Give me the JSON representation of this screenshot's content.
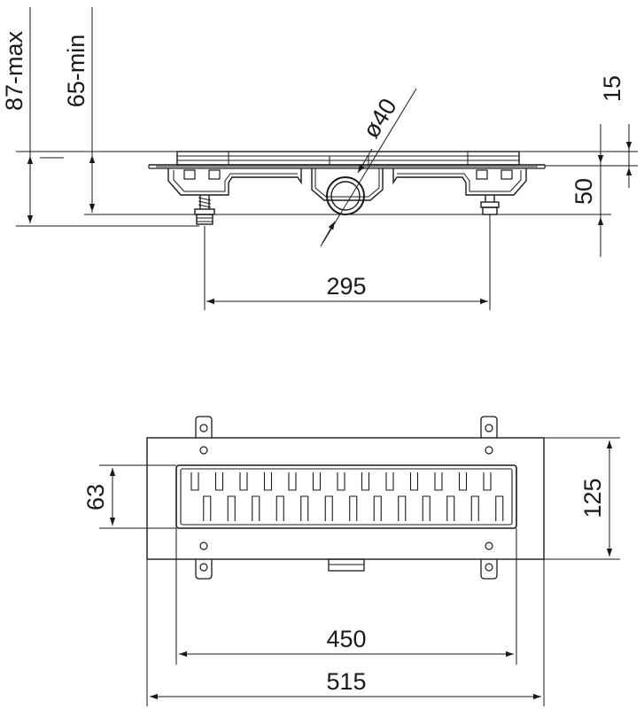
{
  "drawing": {
    "side_view": {
      "height_max_label": "87-max",
      "height_min_label": "65-min",
      "pipe_diameter_label": "ø40",
      "top_offset_label": "15",
      "body_height_label": "50",
      "feet_spacing_label": "295"
    },
    "top_view": {
      "grate_width_label": "63",
      "total_width_label": "125",
      "grate_length_label": "450",
      "total_length_label": "515"
    },
    "colors": {
      "line": "#1a1a1a",
      "background": "#ffffff"
    }
  }
}
